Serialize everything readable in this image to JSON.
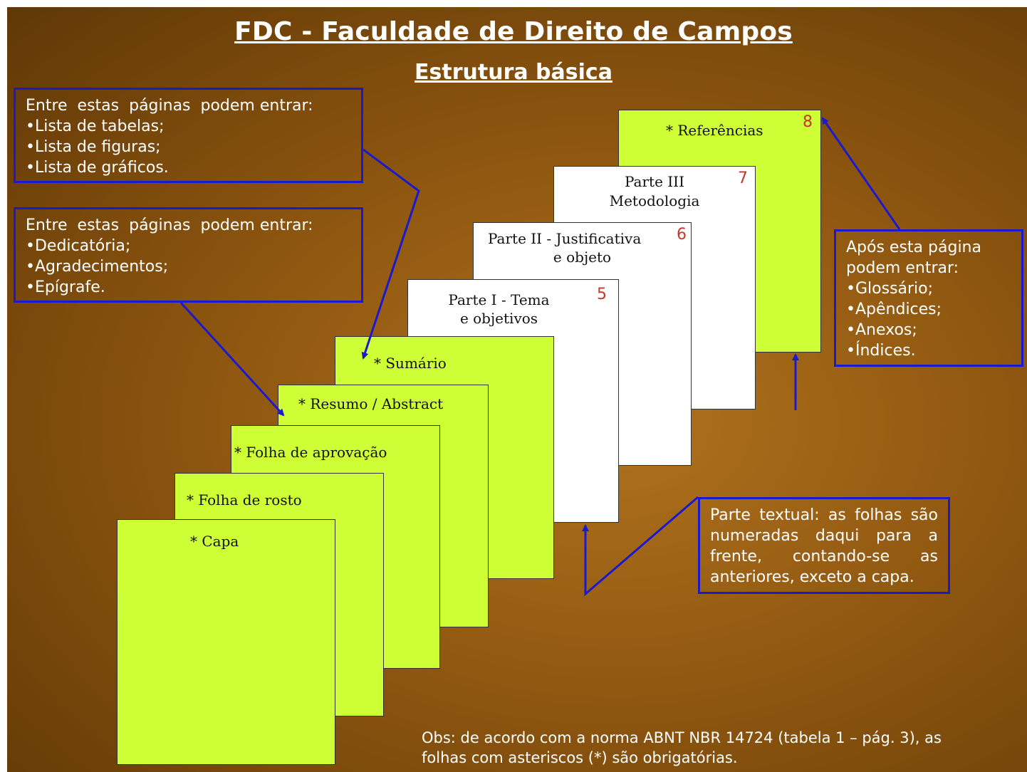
{
  "title": "FDC -  Faculdade de Direito de Campos",
  "subtitle": "Estrutura básica",
  "pages": {
    "capa": "* Capa",
    "folha_rosto": "* Folha de rosto",
    "folha_aprovacao": "* Folha de aprovação",
    "resumo": "* Resumo / Abstract",
    "sumario": "* Sumário",
    "parte1": {
      "line1": "Parte I - Tema",
      "line2": "e objetivos",
      "number": "5"
    },
    "parte2": {
      "line1": "Parte II - Justificativa",
      "line2": "e objeto",
      "number": "6"
    },
    "parte3": {
      "line1": "Parte III",
      "line2": "Metodologia",
      "number": "7"
    },
    "referencias": {
      "label": "* Referências",
      "number": "8"
    }
  },
  "box_listas": {
    "heading": "Entre  estas  páginas  podem entrar:",
    "items": [
      "Lista de tabelas;",
      "Lista de figuras;",
      "Lista de gráficos."
    ]
  },
  "box_dedicatoria": {
    "heading": "Entre  estas  páginas  podem entrar:",
    "items": [
      "Dedicatória;",
      "Agradecimentos;",
      "Epígrafe."
    ]
  },
  "box_apos": {
    "heading_line1": "Após esta página",
    "heading_line2": "podem entrar:",
    "items": [
      "Glossário;",
      "Apêndices;",
      "Anexos;",
      "Índices."
    ]
  },
  "box_textual": {
    "text": "Parte  textual:  as  folhas são numeradas daqui para a  frente,  contando-se  as anteriores, exceto a capa."
  },
  "obs": {
    "line1": "Obs: de acordo com a norma ABNT NBR 14724 (tabela 1 – pág. 3), as",
    "line2": "folhas com asteriscos (*) são obrigatórias."
  },
  "colors": {
    "background": "#8f5710",
    "green_page": "#cdfe36",
    "white_page": "#ffffff",
    "border_blue": "#1a1acc",
    "page_number": "#c0392b"
  }
}
